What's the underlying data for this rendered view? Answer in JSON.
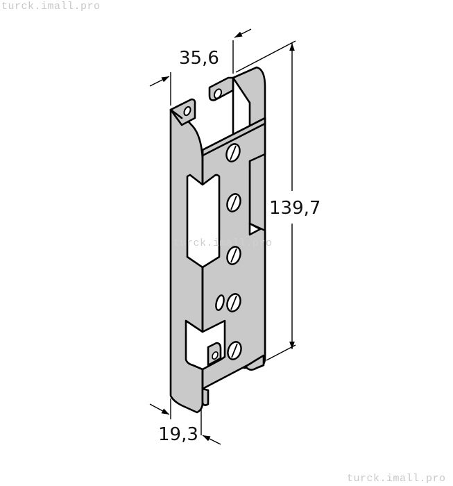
{
  "drawing": {
    "subject": "mounting bracket isometric view",
    "dimensions": {
      "width": "35,6",
      "height": "139,7",
      "depth": "19,3"
    },
    "colors": {
      "metal_fill": "#c9c9c9",
      "outline": "#000000",
      "background": "#ffffff",
      "watermark": "#c8c8c8"
    }
  },
  "watermarks": {
    "top": "turck.imall.pro",
    "middle": "turck.imall.pro",
    "bottom": "turck.imall.pro"
  }
}
